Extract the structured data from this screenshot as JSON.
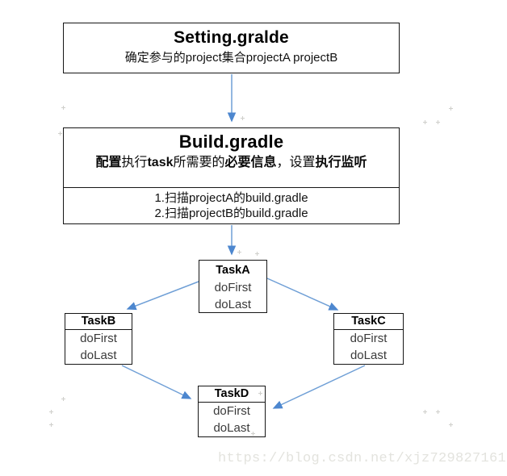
{
  "diagram": {
    "setting_box": {
      "title": "Setting.gralde",
      "subtitle": "确定参与的project集合projectA projectB"
    },
    "build_box": {
      "title": "Build.gradle",
      "subtitle_segments": [
        {
          "text": "配置",
          "bold": true
        },
        {
          "text": "执行",
          "bold": false
        },
        {
          "text": "task",
          "bold": true
        },
        {
          "text": "所需要的",
          "bold": false
        },
        {
          "text": "必要信息",
          "bold": true
        },
        {
          "text": "，设置",
          "bold": false
        },
        {
          "text": "执行监听",
          "bold": true
        }
      ],
      "steps": [
        "1.扫描projectA的build.gradle",
        "2.扫描projectB的build.gradle"
      ]
    },
    "tasks": [
      {
        "title": "TaskA",
        "lines": [
          "doFirst",
          "doLast"
        ],
        "title_divider": false
      },
      {
        "title": "TaskB",
        "lines": [
          "doFirst",
          "doLast"
        ],
        "title_divider": true
      },
      {
        "title": "TaskC",
        "lines": [
          "doFirst",
          "doLast"
        ],
        "title_divider": true
      },
      {
        "title": "TaskD",
        "lines": [
          "doFirst",
          "doLast"
        ],
        "title_divider": true
      }
    ],
    "edges": [
      {
        "from": "Setting.gralde",
        "to": "Build.gradle"
      },
      {
        "from": "Build.gradle",
        "to": "TaskA"
      },
      {
        "from": "TaskA",
        "to": "TaskB"
      },
      {
        "from": "TaskA",
        "to": "TaskC"
      },
      {
        "from": "TaskB",
        "to": "TaskD"
      },
      {
        "from": "TaskC",
        "to": "TaskD"
      }
    ],
    "colors": {
      "arrow_line": "#6f9fd6",
      "arrow_head": "#4d87cf",
      "box_border": "#161616",
      "task_secondary_text": "#3a3a3a",
      "watermark_text": "#e3e3de"
    }
  },
  "watermark": {
    "text": "https://blog.csdn.net/xjz729827161"
  }
}
